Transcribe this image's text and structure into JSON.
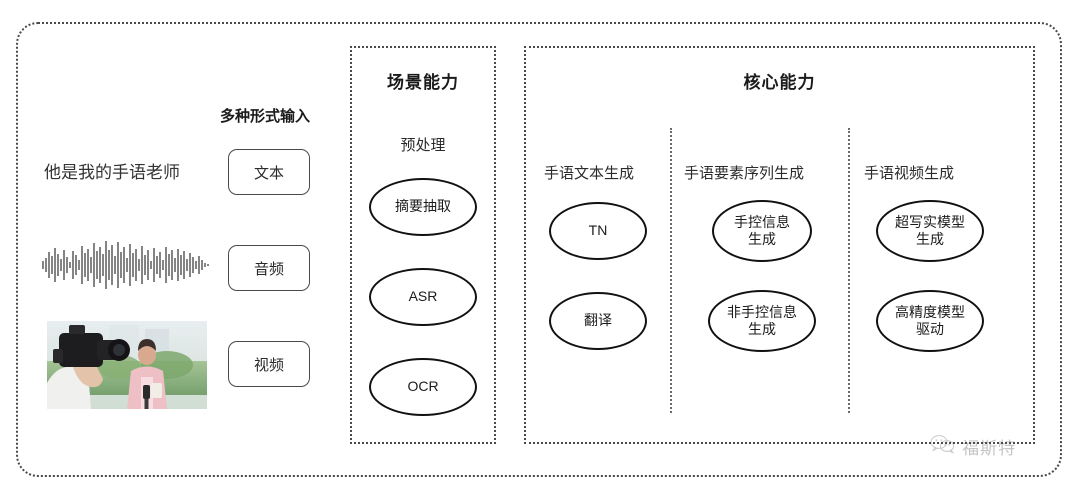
{
  "diagram": {
    "input_section": {
      "heading": "多种形式输入",
      "sample_text": "他是我的手语老师",
      "waveform_icon": "audio-waveform-icon",
      "video_icon": "video-thumbnail-image",
      "tags": [
        {
          "label": "文本"
        },
        {
          "label": "音频"
        },
        {
          "label": "视频"
        }
      ]
    },
    "scene_panel": {
      "title": "场景能力",
      "group_label": "预处理",
      "nodes": [
        {
          "label": "摘要抽取"
        },
        {
          "label": "ASR"
        },
        {
          "label": "OCR"
        }
      ]
    },
    "core_panel": {
      "title": "核心能力",
      "columns": [
        {
          "label": "手语文本生成",
          "nodes": [
            {
              "label": "TN"
            },
            {
              "label": "翻译"
            }
          ]
        },
        {
          "label": "手语要素序列生成",
          "nodes": [
            {
              "label": "手控信息\n生成"
            },
            {
              "label": "非手控信息\n生成"
            }
          ]
        },
        {
          "label": "手语视频生成",
          "nodes": [
            {
              "label": "超写实模型\n生成"
            },
            {
              "label": "高精度模型\n驱动"
            }
          ]
        }
      ]
    },
    "watermark": {
      "icon": "wechat-logo-icon",
      "text": "福斯特"
    },
    "colors": {
      "frame": "#4a4a4a",
      "node_stroke": "#111111",
      "text": "#1b1b1b",
      "background": "#ffffff"
    }
  }
}
